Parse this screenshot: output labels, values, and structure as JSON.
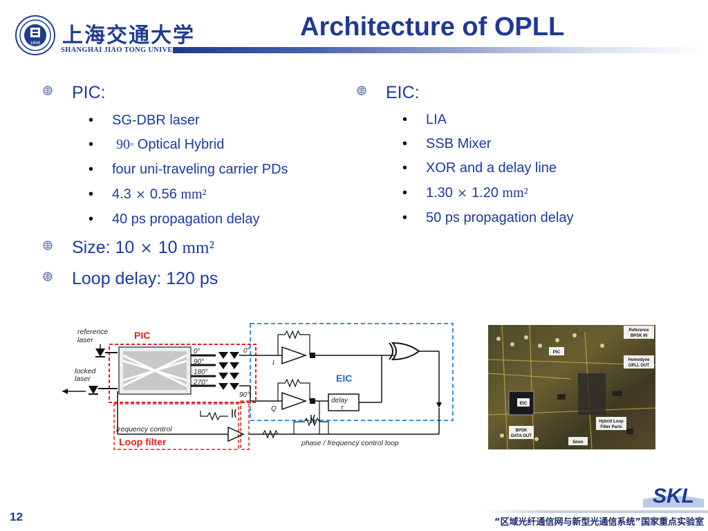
{
  "header": {
    "university_cn": "上海交通大学",
    "university_en": "SHANGHAI JIAO TONG UNIVERSITY",
    "logo_year": "1896",
    "title": "Architecture of OPLL"
  },
  "pic": {
    "heading": "PIC:",
    "items": [
      "SG-DBR laser",
      "Optical Hybrid",
      "four uni-traveling carrier PDs",
      "4.3",
      "0.56",
      "40 ps propagation delay"
    ],
    "degree_value": "90",
    "degree_symbol": "°",
    "times_symbol": "×",
    "unit": "mm²"
  },
  "size": {
    "label": "Size: 10",
    "value2": "10",
    "unit": "mm²"
  },
  "loop_delay": "Loop delay: 120 ps",
  "eic": {
    "heading": "EIC:",
    "items": [
      "LIA",
      "SSB Mixer",
      "XOR and a delay line",
      "1.30",
      "1.20",
      "50 ps propagation delay"
    ],
    "unit": "mm²"
  },
  "diagram": {
    "reference_laser_1": "reference",
    "reference_laser_2": "laser",
    "locked_laser_1": "locked",
    "locked_laser_2": "laser",
    "pic_label": "PIC",
    "eic_label": "EIC",
    "ports": [
      "0°",
      "90°",
      "180°",
      "270°"
    ],
    "port_0_right": "0°",
    "port_90_right": "90°",
    "i_label": "I",
    "q_label": "Q",
    "delay_label": "delay",
    "tau_label": "τ",
    "freq_control": "frequency control",
    "loop_filter": "Loop filter",
    "phase_loop": "phase / frequency control loop"
  },
  "photo": {
    "reference_bpsk_in_1": "Reference",
    "reference_bpsk_in_2": "BPSK IN",
    "pic": "PIC",
    "homodyne_1": "Homodyne",
    "homodyne_2": "OPLL OUT",
    "eic": "EIC",
    "hybrid_1": "Hybrid Loop",
    "hybrid_2": "Filter Parts",
    "bpsk_1": "BPSK",
    "bpsk_2": "DATA OUT",
    "scale": "5mm"
  },
  "footer": {
    "page_number": "12",
    "lab_name": "“区域光纤通信网与新型光通信系统”国家重点实验室",
    "skl_logo": "SKL"
  },
  "colors": {
    "primary_blue": "#1c3aa0",
    "red": "#e02020",
    "dash_blue": "#3a8fd6"
  }
}
